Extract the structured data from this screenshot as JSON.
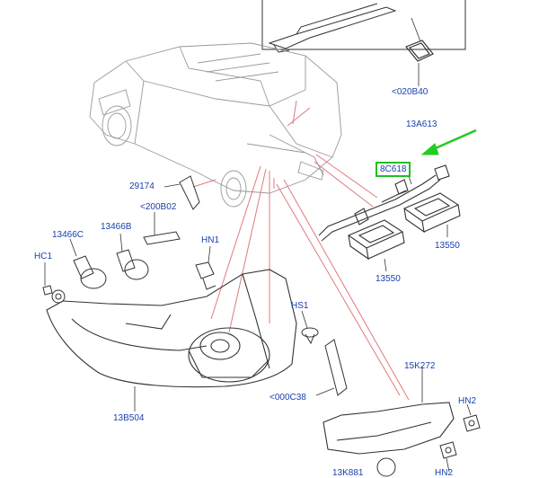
{
  "diagram": {
    "labels": {
      "p020B40": "<020B40",
      "p13A613": "13A613",
      "p8C618": "8C618",
      "p29174": "29174",
      "p200B02": "<200B02",
      "p13466C": "13466C",
      "p13466B": "13466B",
      "pHN1": "HN1",
      "pHC1": "HC1",
      "p13550a": "13550",
      "p13550b": "13550",
      "pHS1": "HS1",
      "p15K272": "15K272",
      "pHN2a": "HN2",
      "p000C38": "<000C38",
      "p13B504": "13B504",
      "pHN2b": "HN2",
      "pCut": "13K881"
    },
    "colors": {
      "label": "#1a3fb0",
      "leader": "#e07a7a",
      "highlight": "#20c020",
      "arrow": "#22cc22",
      "line": "#333333"
    }
  }
}
